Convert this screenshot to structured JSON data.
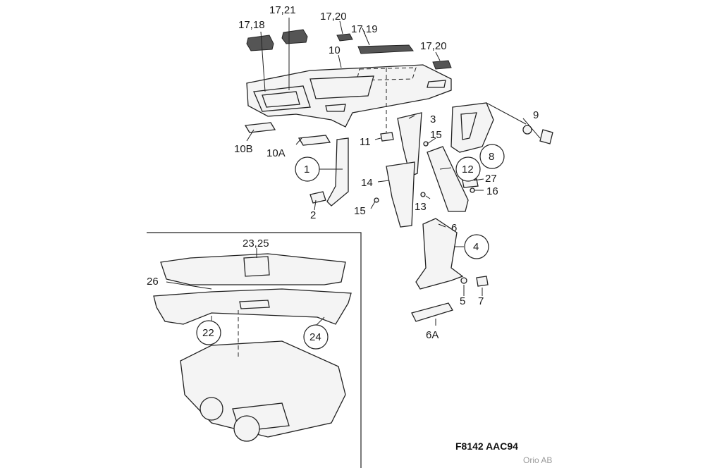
{
  "labels": {
    "l17_18": "17,18",
    "l17_21": "17,21",
    "l17_20a": "17,20",
    "l17_19": "17,19",
    "l17_20b": "17,20",
    "l10": "10",
    "l10b": "10B",
    "l10a": "10A",
    "l11": "11",
    "l3": "3",
    "l15a": "15",
    "l9": "9",
    "l8": "8",
    "l1": "1",
    "l12": "12",
    "l27": "27",
    "l16": "16",
    "l14": "14",
    "l13": "13",
    "l15b": "15",
    "l2": "2",
    "l6": "6",
    "l4": "4",
    "l5": "5",
    "l7": "7",
    "l6a": "6A",
    "l23_25": "23,25",
    "l26": "26",
    "l22": "22",
    "l24": "24"
  },
  "reference_code": "F8142 AAC94",
  "copyright": "Orio AB",
  "icons": {
    "car": "convertible-car-icon",
    "clip": "clip-icon",
    "screw": "screw-icon"
  }
}
